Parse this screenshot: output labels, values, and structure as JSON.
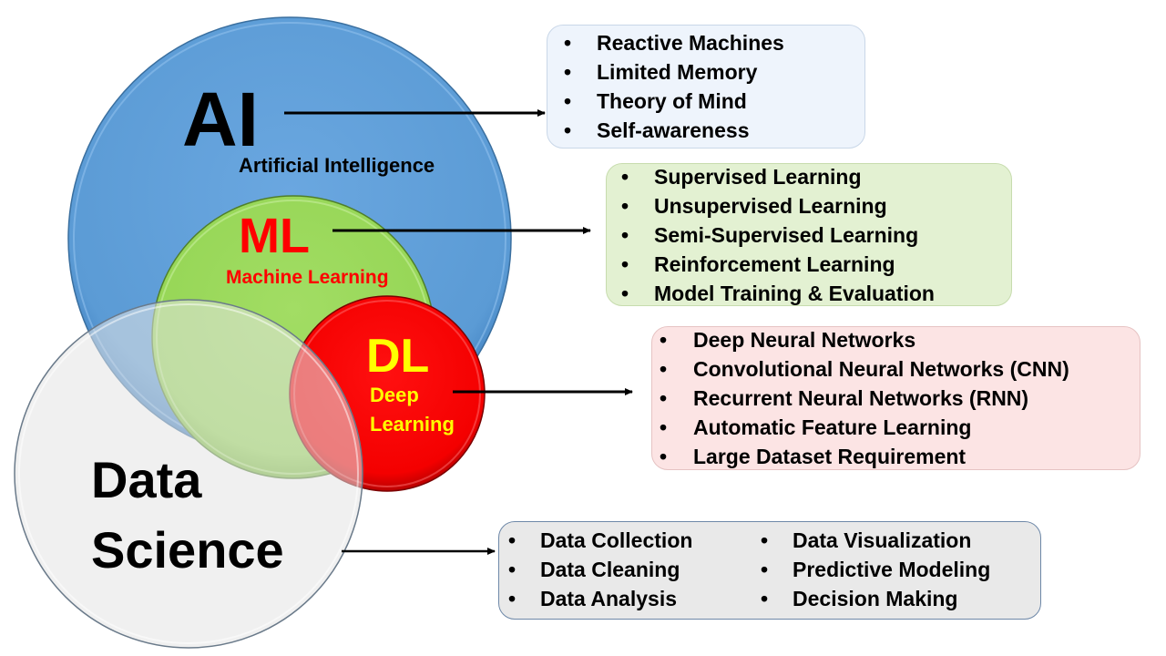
{
  "title": "AI, ML, DL and Data Science relationship diagram",
  "circles": {
    "ai": {
      "abbr": "AI",
      "full": "Artificial Intelligence",
      "fill": "#5b9bd5",
      "text_color": "#000000"
    },
    "ml": {
      "abbr": "ML",
      "full": "Machine Learning",
      "fill": "#92d050",
      "text_color": "#ff0000"
    },
    "dl": {
      "abbr": "DL",
      "full_line1": "Deep",
      "full_line2": "Learning",
      "fill": "#ff0000",
      "text_color": "#ffff00"
    },
    "ds": {
      "abbr_line1": "Data",
      "abbr_line2": "Science",
      "fill": "#e6e6e6",
      "text_color": "#000000"
    }
  },
  "boxes": {
    "ai": {
      "items": [
        "Reactive Machines",
        "Limited Memory",
        "Theory of Mind",
        "Self-awareness"
      ],
      "bg": "#eef4fc"
    },
    "ml": {
      "items": [
        "Supervised Learning",
        "Unsupervised Learning",
        "Semi-Supervised Learning",
        "Reinforcement Learning",
        "Model Training & Evaluation"
      ],
      "bg": "#e3f1d2"
    },
    "dl": {
      "items": [
        "Deep Neural Networks",
        "Convolutional Neural Networks (CNN)",
        "Recurrent Neural Networks (RNN)",
        "Automatic Feature Learning",
        "Large Dataset Requirement"
      ],
      "bg": "#fce4e4"
    },
    "ds": {
      "column1": [
        "Data Collection",
        "Data Cleaning",
        "Data Analysis"
      ],
      "column2": [
        "Data Visualization",
        "Predictive Modeling",
        "Decision Making"
      ],
      "bg": "#e9e9e9"
    }
  },
  "bullet": "•"
}
